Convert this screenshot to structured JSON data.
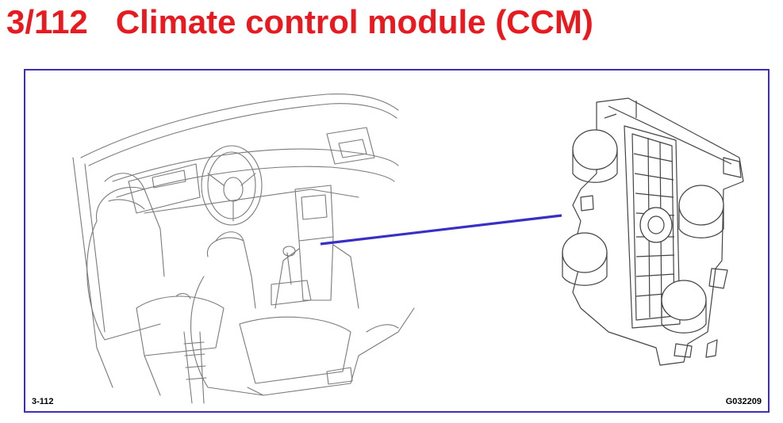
{
  "heading": {
    "number": "3/112",
    "title": "Climate control module (CCM)"
  },
  "figure": {
    "left_code": "3-112",
    "right_code": "G032209"
  },
  "colors": {
    "title": "#e8191f",
    "frame": "#3d2fb8",
    "pointer": "#3a2fc4",
    "drawing": "#7a7a7a"
  }
}
